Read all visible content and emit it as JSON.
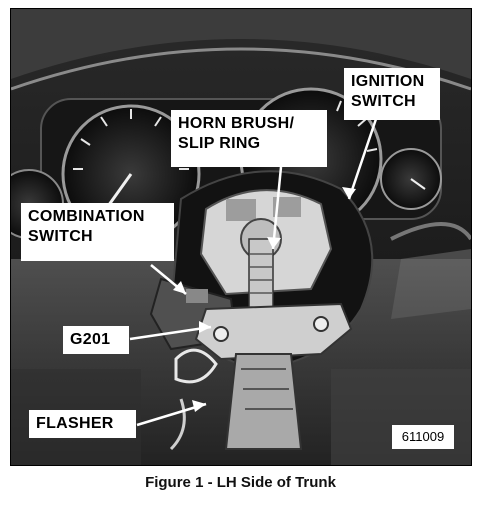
{
  "figure": {
    "caption": "Figure 1 - LH Side of Trunk",
    "reference_number": "611009"
  },
  "callouts": {
    "ignition_switch": {
      "line1": "IGNITION",
      "line2": "SWITCH"
    },
    "horn_brush": {
      "line1": "HORN BRUSH/",
      "line2": "SLIP RING"
    },
    "combination_switch": {
      "line1": "COMBINATION",
      "line2": "SWITCH"
    },
    "g201": "G201",
    "flasher": "FLASHER"
  }
}
